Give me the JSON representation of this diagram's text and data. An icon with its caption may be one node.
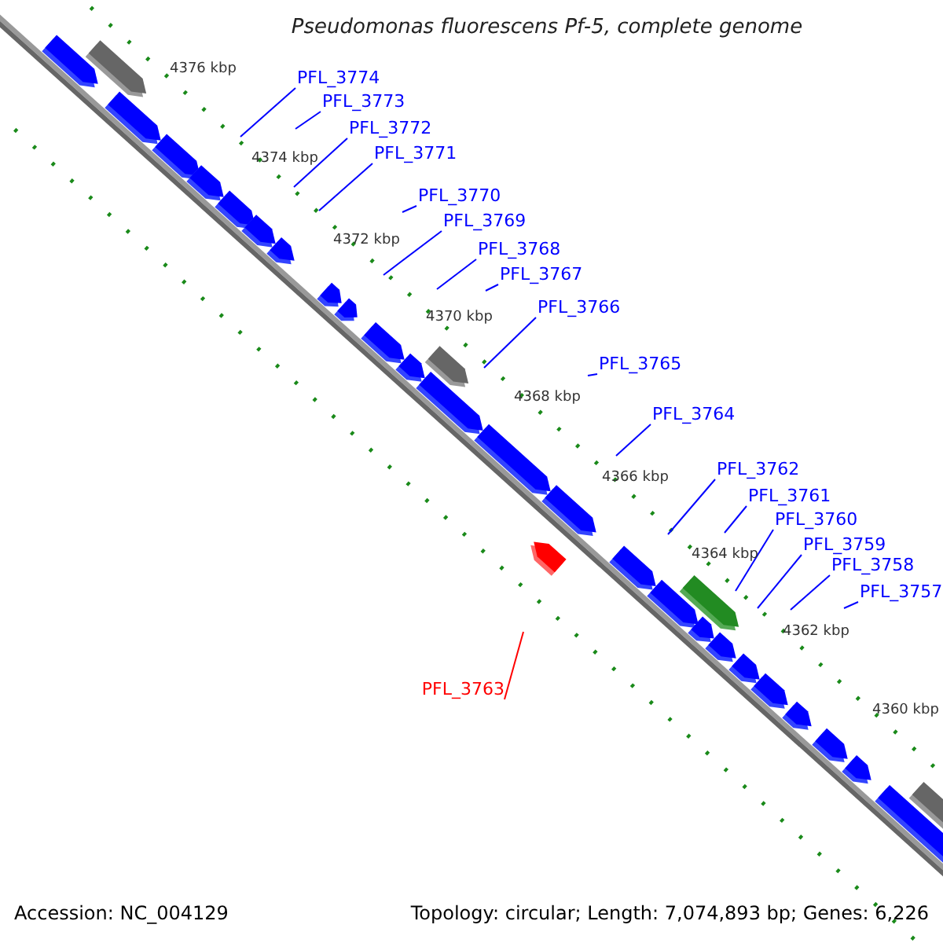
{
  "diagram": {
    "title": "Pseudomonas fluorescens Pf-5, complete genome",
    "nodes": [
      {
        "text": [
          "PFL_3774"
        ]
      },
      {
        "text": [
          "PFL_3773"
        ]
      },
      {
        "text": [
          "PFL_3772"
        ]
      },
      {
        "text": [
          "PFL_3771"
        ]
      },
      {
        "text": [
          "PFL_3770"
        ]
      },
      {
        "text": [
          "PFL_3769"
        ]
      },
      {
        "text": [
          "PFL_3768"
        ]
      },
      {
        "text": [
          "PFL_3767"
        ]
      },
      {
        "text": [
          "PFL_3766"
        ]
      },
      {
        "text": [
          "PFL_3765"
        ]
      },
      {
        "text": [
          "PFL_3764"
        ]
      },
      {
        "text": [
          "PFL_3762"
        ]
      },
      {
        "text": [
          "PFL_3761"
        ]
      },
      {
        "text": [
          "PFL_3760"
        ]
      },
      {
        "text": [
          "PFL_3759"
        ]
      },
      {
        "text": [
          "PFL_3758"
        ]
      },
      {
        "text": [
          "PFL_3757"
        ]
      },
      {
        "text": [
          "PFL_3763"
        ]
      }
    ],
    "edges": [
      {
        "from": 0,
        "to": null,
        "arrow": "none"
      },
      {
        "from": 1,
        "to": null,
        "arrow": "none"
      },
      {
        "from": 2,
        "to": null,
        "arrow": "none"
      },
      {
        "from": 3,
        "to": null,
        "arrow": "none"
      },
      {
        "from": 4,
        "to": null,
        "arrow": "none"
      },
      {
        "from": 5,
        "to": null,
        "arrow": "none"
      },
      {
        "from": 6,
        "to": null,
        "arrow": "none"
      },
      {
        "from": 7,
        "to": null,
        "arrow": "none"
      },
      {
        "from": 8,
        "to": null,
        "arrow": "none"
      },
      {
        "from": 9,
        "to": null,
        "arrow": "none"
      },
      {
        "from": 10,
        "to": null,
        "arrow": "none"
      },
      {
        "from": 11,
        "to": null,
        "arrow": "none"
      },
      {
        "from": 12,
        "to": null,
        "arrow": "none"
      },
      {
        "from": 13,
        "to": null,
        "arrow": "none"
      },
      {
        "from": 14,
        "to": null,
        "arrow": "none"
      },
      {
        "from": 15,
        "to": null,
        "arrow": "none"
      },
      {
        "from": 16,
        "to": null,
        "arrow": "none"
      },
      {
        "from": 17,
        "to": null,
        "arrow": "none",
        "color": "#ff0000"
      }
    ],
    "labels": [
      "4376 kbp",
      "4374 kbp",
      "4372 kbp",
      "4370 kbp",
      "4368 kbp",
      "4366 kbp",
      "4364 kbp",
      "4362 kbp",
      "4360 kbp",
      "Accession: NC_004129",
      "Topology: circular; Length: 7,074,893 bp; Genes: 6,226"
    ]
  }
}
